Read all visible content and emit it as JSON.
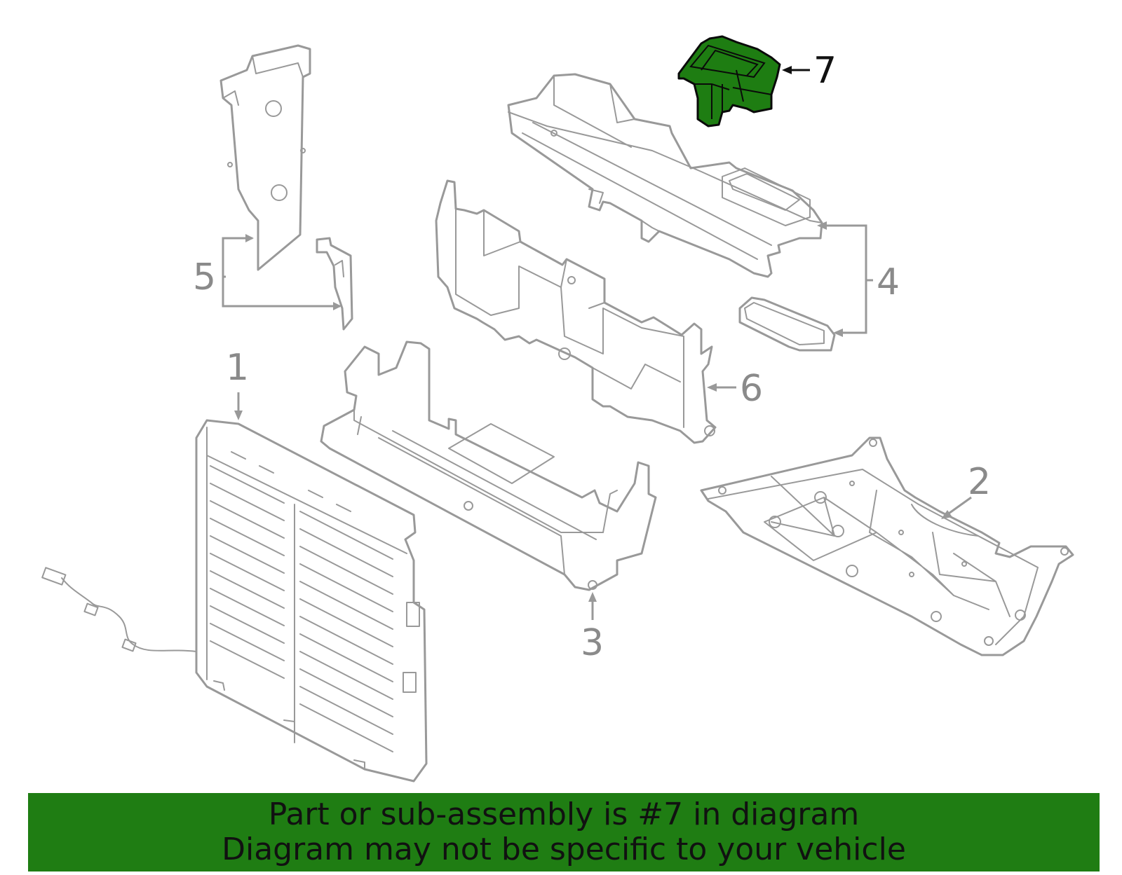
{
  "diagram": {
    "highlight_color": "#1f7d13",
    "callouts": [
      {
        "id": "1",
        "label": "1"
      },
      {
        "id": "2",
        "label": "2"
      },
      {
        "id": "3",
        "label": "3"
      },
      {
        "id": "4",
        "label": "4"
      },
      {
        "id": "5",
        "label": "5"
      },
      {
        "id": "6",
        "label": "6"
      },
      {
        "id": "7",
        "label": "7",
        "highlighted": true
      }
    ]
  },
  "banner": {
    "line1": "Part or sub-assembly is #7 in diagram",
    "line2": "Diagram may not be specific to your vehicle",
    "background": "#1f7d13"
  }
}
